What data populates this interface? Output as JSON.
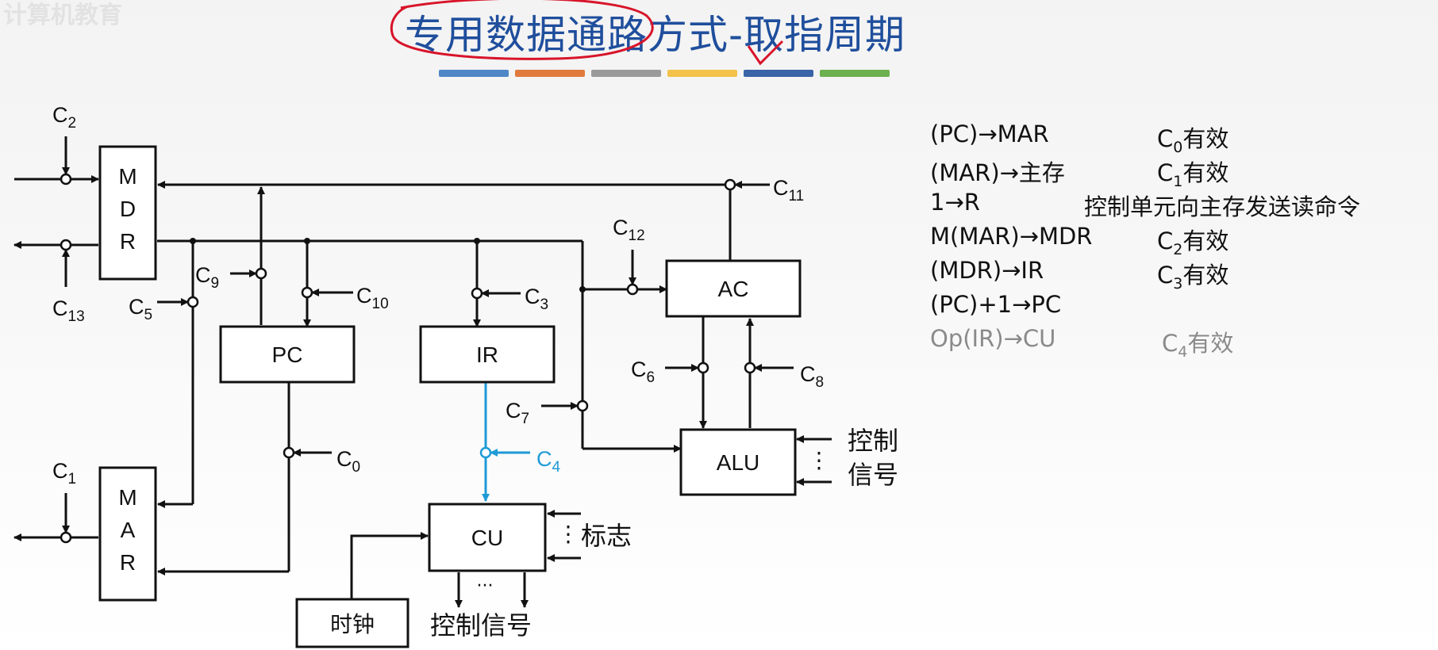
{
  "watermark": "计算机教育",
  "title": "专用数据通路方式-取指周期",
  "colors": {
    "title": "#1f4e9c",
    "annotation": "#d8142a",
    "highlight": "#1e9ad6",
    "dim": "#8a8a8a",
    "bars": [
      "#4f86c6",
      "#e07a3d",
      "#9a9a9a",
      "#f2c24a",
      "#3a63a8",
      "#6db04f"
    ]
  },
  "diagram": {
    "registers": {
      "mdr": "MDR",
      "mar": "MAR",
      "pc": "PC",
      "ir": "IR",
      "ac": "AC",
      "alu": "ALU",
      "cu": "CU",
      "clock": "时钟"
    },
    "signals": {
      "c0": "C0",
      "c1": "C1",
      "c2": "C2",
      "c3": "C3",
      "c4": "C4",
      "c5": "C5",
      "c6": "C6",
      "c7": "C7",
      "c8": "C8",
      "c9": "C9",
      "c10": "C10",
      "c11": "C11",
      "c12": "C12",
      "c13": "C13"
    },
    "labels": {
      "alu_ctrl_1": "控制",
      "alu_ctrl_2": "信号",
      "flags": "标志",
      "cu_ctrl": "控制信号",
      "vdots": "⋮",
      "hdots": "···"
    }
  },
  "steps": [
    {
      "op": "(PC)→MAR",
      "note": "C0有效",
      "dim": false
    },
    {
      "op": "(MAR)→主存",
      "note": "C1有效",
      "dim": false
    },
    {
      "op": "1→R",
      "note": "控制单元向主存发送读命令",
      "dim": false
    },
    {
      "op": "M(MAR)→MDR",
      "note": "C2有效",
      "dim": false
    },
    {
      "op": "(MDR)→IR",
      "note": "C3有效",
      "dim": false
    },
    {
      "op": "(PC)+1→PC",
      "note": "",
      "dim": false
    },
    {
      "op": "Op(IR)→CU",
      "note": "C4有效",
      "dim": true
    }
  ]
}
